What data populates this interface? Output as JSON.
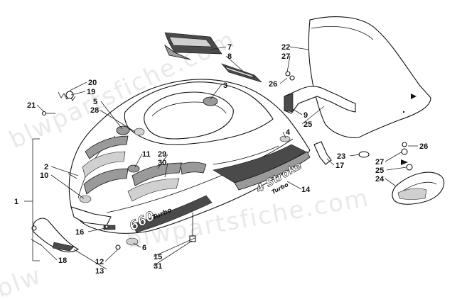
{
  "watermark": {
    "line1": "blwpartsfiche.com",
    "line2": "blwpartsfiche.com",
    "line3": "blw"
  },
  "decal_text": {
    "model": "660",
    "model_sub": "Turbo",
    "stroke": "4 Stroke",
    "stroke_sub": "Turbo"
  },
  "callouts": [
    "1",
    "2",
    "3",
    "4",
    "5",
    "6",
    "7",
    "8",
    "9",
    "10",
    "11",
    "12",
    "13",
    "14",
    "15",
    "16",
    "17",
    "18",
    "19",
    "20",
    "21",
    "22",
    "23",
    "24",
    "25",
    "25",
    "26",
    "26",
    "27",
    "27",
    "28",
    "29",
    "30",
    "31"
  ]
}
